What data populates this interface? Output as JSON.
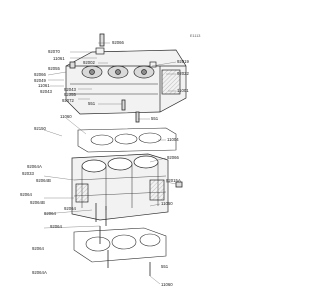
{
  "diagram": {
    "reference_code": "E1113",
    "colors": {
      "line": "#2b2b2b",
      "fill": "#f2f2f2",
      "shade": "#8c8c8c",
      "background": "#ffffff"
    },
    "part_labels": [
      "92066",
      "92070",
      "11061",
      "92002",
      "92066",
      "92049",
      "92019",
      "92022",
      "92055",
      "11061",
      "92043",
      "92055",
      "92043",
      "92072",
      "551",
      "11001",
      "92150",
      "11060",
      "551",
      "11004",
      "92066",
      "92064A",
      "92033",
      "92015A",
      "92064B",
      "92064",
      "11060",
      "92064B",
      "92064",
      "92064",
      "92064",
      "92064",
      "92064A",
      "551",
      "11060"
    ]
  }
}
